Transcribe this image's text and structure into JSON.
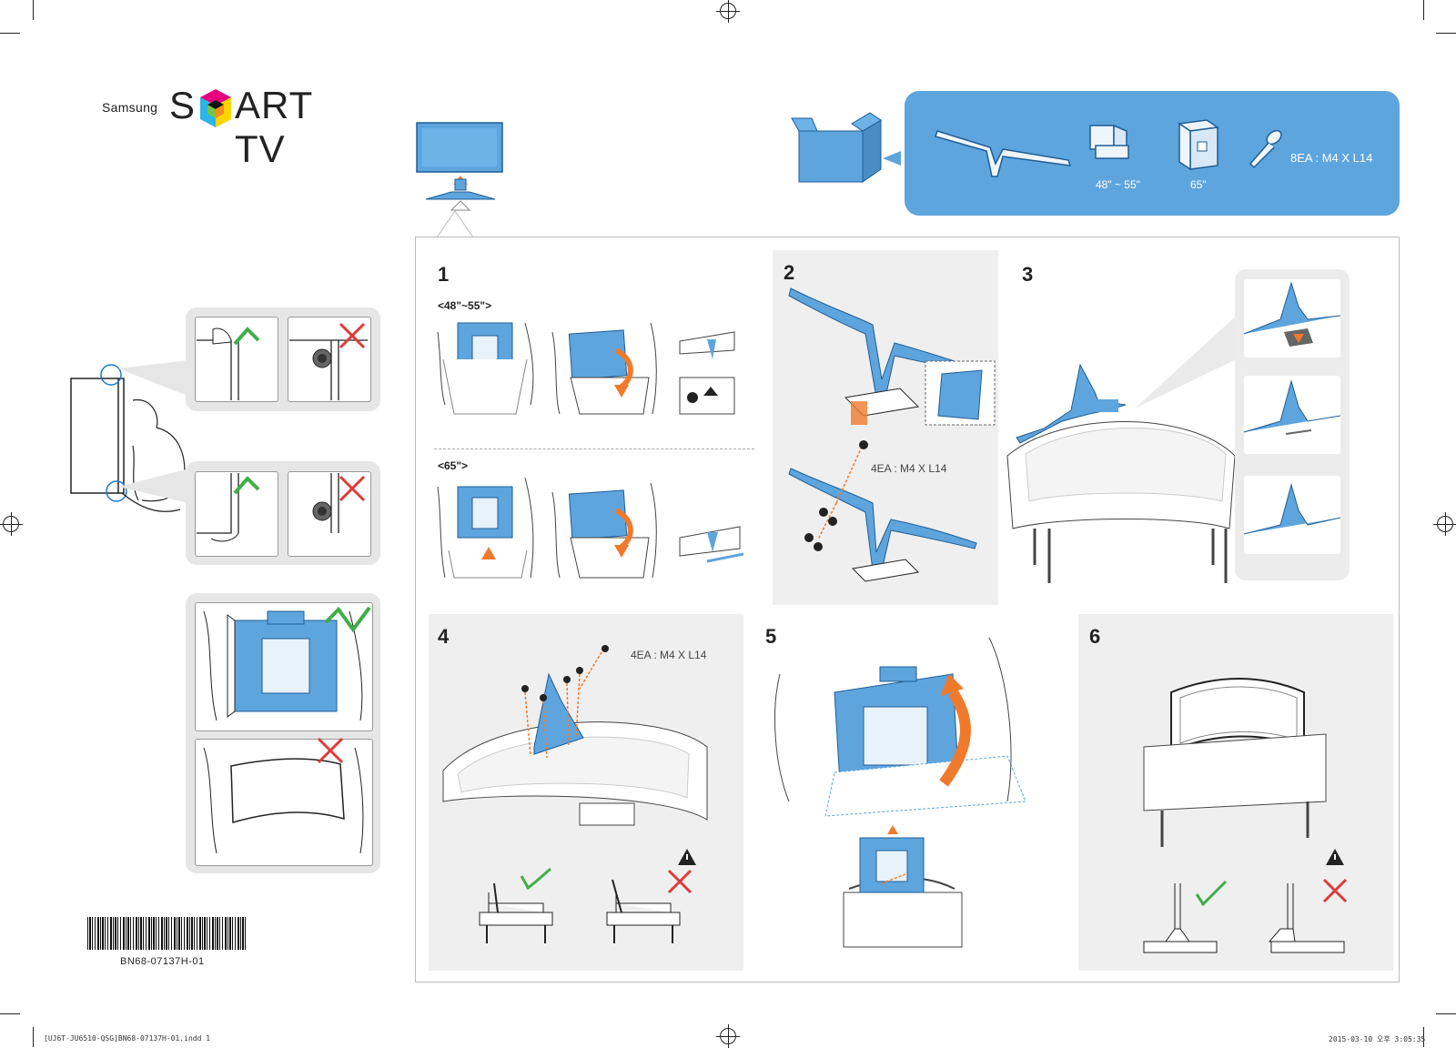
{
  "brand": {
    "samsung": "Samsung",
    "smart_s": "S",
    "smart_rest": "ART TV"
  },
  "parts": {
    "size_a_label": "48\" ~ 55\"",
    "size_b_label": "65\"",
    "screw_label": "8EA : M4 X L14"
  },
  "steps": {
    "s1": {
      "number": "1",
      "size_a": "<48\"~55\">",
      "size_b": "<65\">"
    },
    "s2": {
      "number": "2",
      "screw_label": "4EA : M4 X L14"
    },
    "s3": {
      "number": "3"
    },
    "s4": {
      "number": "4",
      "screw_label": "4EA : M4 X L14"
    },
    "s5": {
      "number": "5"
    },
    "s6": {
      "number": "6"
    }
  },
  "barcode_text": "BN68-07137H-01",
  "footer": {
    "left": "[UJ6T-JU6510-QSG]BN68-07137H-01.indd   1",
    "right": "2015-03-10   오후 3:05:35"
  },
  "colors": {
    "accent_blue": "#5ea5de",
    "check_green": "#3fae49",
    "cross_red": "#e03a3a",
    "arrow_orange": "#f07a2c"
  }
}
